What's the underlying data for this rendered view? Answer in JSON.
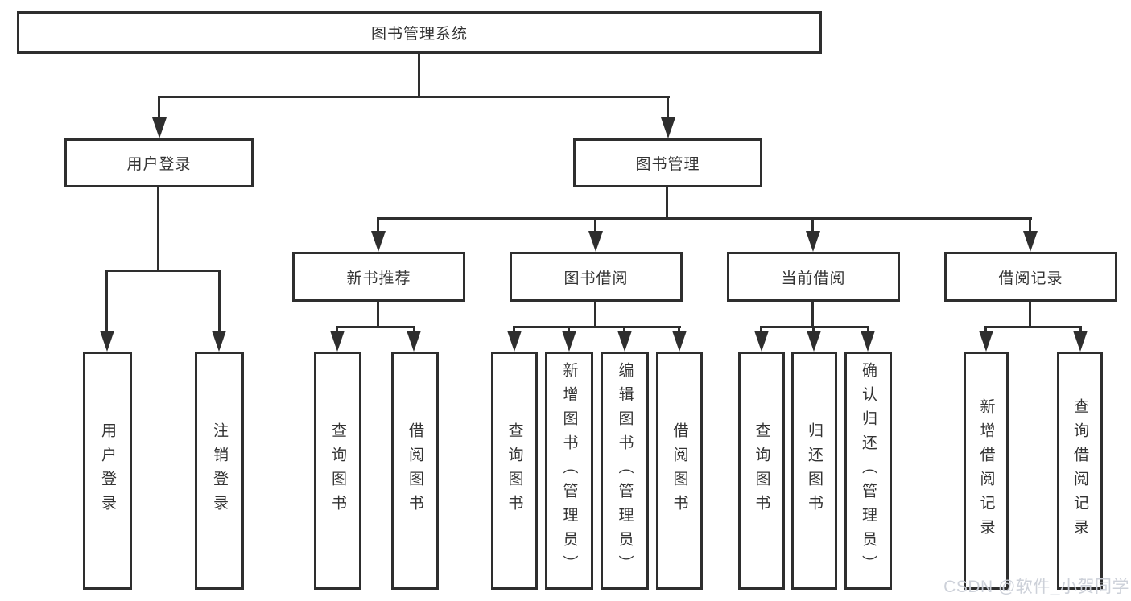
{
  "diagram": {
    "title": "图书管理系统",
    "level2": {
      "login": "用户登录",
      "manage": "图书管理"
    },
    "level3": {
      "recommend": "新书推荐",
      "borrow": "图书借阅",
      "current": "当前借阅",
      "records": "借阅记录"
    },
    "leaves": {
      "login": [
        "用户登录",
        "注销登录"
      ],
      "recommend": [
        "查询图书",
        "借阅图书"
      ],
      "borrow": [
        "查询图书",
        "新增图书（管理员）",
        "编辑图书（管理员）",
        "借阅图书"
      ],
      "current": [
        "查询图书",
        "归还图书",
        "确认归还（管理员）"
      ],
      "records": [
        "新增借阅记录",
        "查询借阅记录"
      ]
    }
  },
  "watermark": "CSDN @软件_小贺同学",
  "colors": {
    "line": "#2e2e2e",
    "text": "#333333",
    "watermark": "#cbcfd8",
    "background": "#ffffff"
  }
}
